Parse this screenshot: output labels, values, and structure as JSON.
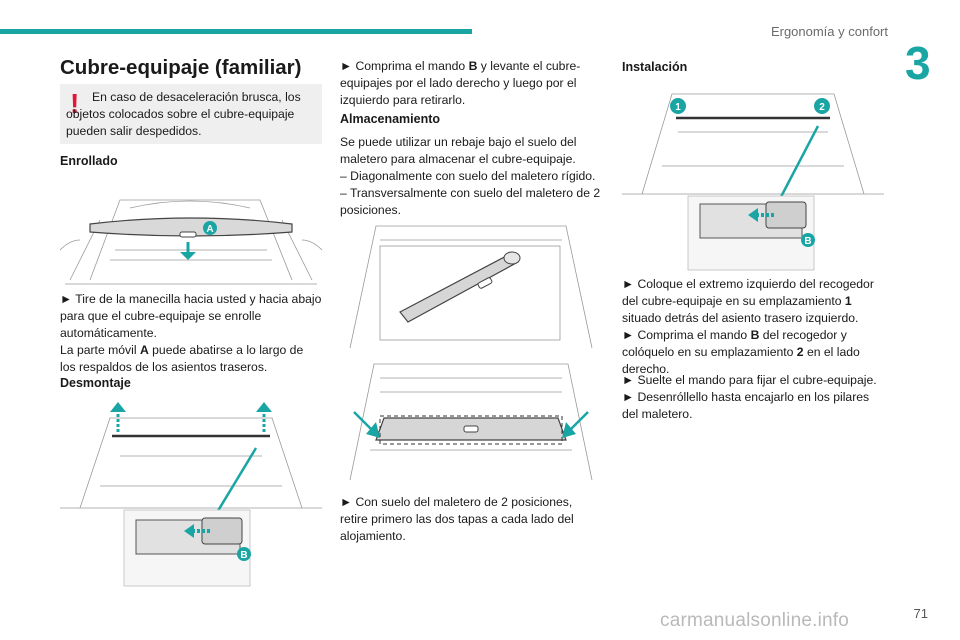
{
  "header": {
    "section_title": "Ergonomía y confort",
    "chapter_number": "3",
    "accent_color": "#1aa5a5"
  },
  "col1": {
    "title": "Cubre-equipaje (familiar)",
    "warning_text": "En caso de desaceleración brusca, los objetos colocados sobre el cubre-equipaje pueden salir despedidos.",
    "enrollado_heading": "Enrollado",
    "fig1_label": "A",
    "enrollado_p1": "► Tire de la manecilla hacia usted y hacia abajo para que el cubre-equipaje se enrolle automáticamente.",
    "enrollado_p2_pre": "La parte móvil ",
    "enrollado_p2_bold": "A",
    "enrollado_p2_post": " puede abatirse a lo largo de los respaldos de los asientos traseros.",
    "desmontaje_heading": "Desmontaje",
    "fig2_label": "B"
  },
  "col2": {
    "p1_pre": "► Comprima el mando ",
    "p1_bold": "B",
    "p1_post": " y levante el cubre-equipajes por el lado derecho y luego por el izquierdo para retirarlo.",
    "almacenamiento_heading": "Almacenamiento",
    "p2": "Se puede utilizar un rebaje bajo el suelo del maletero para almacenar el cubre-equipaje.",
    "p3": "– Diagonalmente con suelo del maletero rígido.",
    "p4": "– Transversalmente con suelo del maletero de 2 posiciones.",
    "p5": "► Con suelo del maletero de 2 posiciones, retire primero las dos tapas a cada lado del alojamiento."
  },
  "col3": {
    "instalacion_heading": "Instalación",
    "fig_label_1": "1",
    "fig_label_2": "2",
    "fig_label_b": "B",
    "s1_pre": "► Coloque el extremo izquierdo del recogedor del cubre-equipaje en su emplazamiento ",
    "s1_bold": "1",
    "s1_post": " situado detrás del asiento trasero izquierdo.",
    "s2_pre": "► Comprima el mando ",
    "s2_bold": "B",
    "s2_mid": " del recogedor y colóquelo en su emplazamiento ",
    "s2_bold2": "2",
    "s2_post": " en el lado derecho.",
    "s3": "► Suelte el mando para fijar el cubre-equipaje.",
    "s4": "► Desenróllello hasta encajarlo en los pilares del maletero."
  },
  "footer": {
    "page_number": "71",
    "watermark": "carmanualsonline.info"
  }
}
